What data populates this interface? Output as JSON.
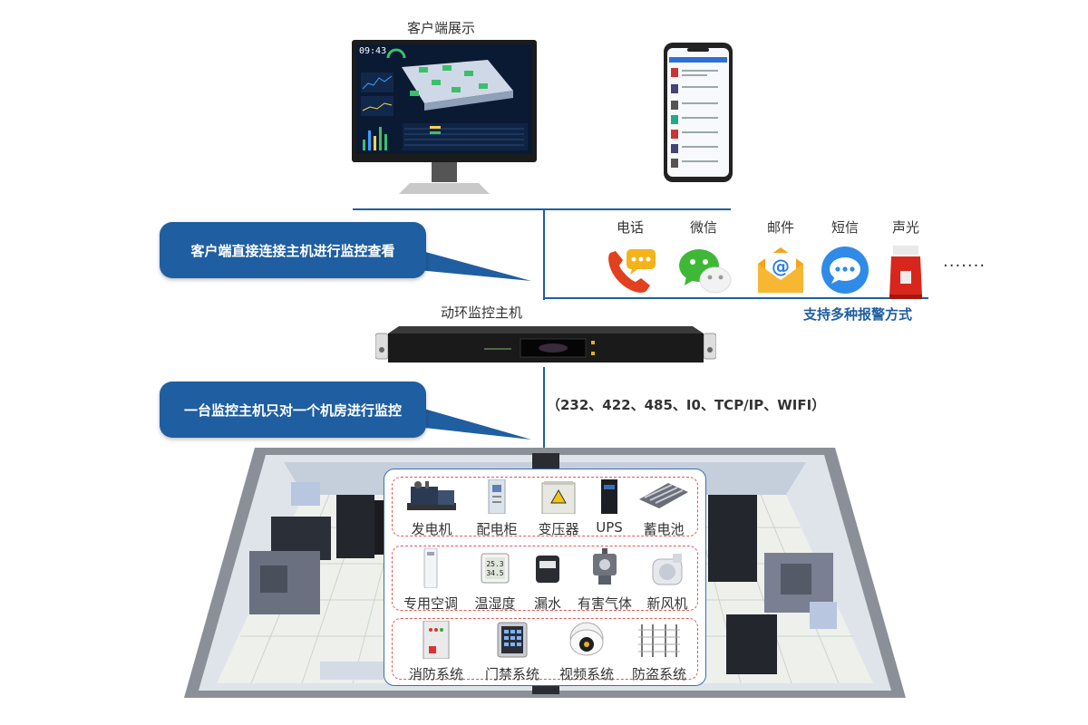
{
  "client_title": "客户端展示",
  "monitor_clock": "09:43",
  "host_title": "动环监控主机",
  "callout_1": "客户端直接连接主机进行监控查看",
  "callout_2": "一台监控主机只对一个机房进行监控",
  "protocols": "（232、422、485、I0、TCP/IP、WIFI）",
  "alarm_caption": "支持多种报警方式",
  "alarm_methods": [
    {
      "label": "电话",
      "icon": "phone-icon"
    },
    {
      "label": "微信",
      "icon": "wechat-icon"
    },
    {
      "label": "邮件",
      "icon": "mail-icon"
    },
    {
      "label": "短信",
      "icon": "sms-icon"
    },
    {
      "label": "声光",
      "icon": "siren-icon"
    }
  ],
  "alarm_more": "·······",
  "equipment_groups": [
    {
      "items": [
        "发电机",
        "配电柜",
        "变压器",
        "UPS",
        "蓄电池"
      ]
    },
    {
      "items": [
        "专用空调",
        "温湿度",
        "漏水",
        "有害气体",
        "新风机"
      ]
    },
    {
      "items": [
        "消防系统",
        "门禁系统",
        "视频系统",
        "防盗系统"
      ]
    }
  ],
  "sensor_display": {
    "top": "25.3",
    "bottom": "34.5"
  },
  "colors": {
    "accent": "#1f5ea0",
    "line": "#1f5e9e",
    "dashed_border": "#e05a5a",
    "panel_border": "#3a6fb5"
  }
}
